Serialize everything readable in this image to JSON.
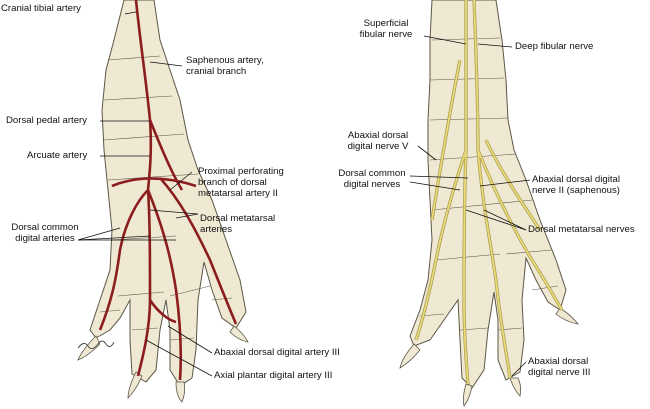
{
  "colors": {
    "bone_fill": "#efe8d2",
    "bone_stroke": "#5b5646",
    "artery": "#8c1d1f",
    "artery_dark": "#5e0f12",
    "nerve": "#ead978",
    "nerve_stroke": "#a49b4f",
    "leader": "#111111",
    "signature": "#444444"
  },
  "left_panel": {
    "labels": {
      "cranial_tibial_artery": "Cranial tibial artery",
      "saphenous_artery": "Saphenous artery,\ncranial branch",
      "dorsal_pedal_artery": "Dorsal pedal artery",
      "arcuate_artery": "Arcuate artery",
      "proximal_perforating": "Proximal perforating\nbranch of dorsal\nmetatarsal artery II",
      "dorsal_metatarsal_arteries": "Dorsal metatarsal\narteries",
      "dorsal_common_digital_arteries": "Dorsal common\ndigital arteries",
      "abaxial_dorsal_digital_artery_iii": "Abaxial dorsal digital artery III",
      "axial_plantar_digital_artery_iii": "Axial plantar digital artery III"
    }
  },
  "right_panel": {
    "labels": {
      "superficial_fibular_nerve": "Superficial\nfibular nerve",
      "deep_fibular_nerve": "Deep fibular nerve",
      "abaxial_dorsal_digital_nerve_v": "Abaxial dorsal\ndigital nerve V",
      "dorsal_common_digital_nerves": "Dorsal common\ndigital nerves",
      "abaxial_dorsal_digital_nerve_ii": "Abaxial dorsal digital\nnerve II (saphenous)",
      "dorsal_metatarsal_nerves": "Dorsal metatarsal nerves",
      "abaxial_dorsal_digital_nerve_iii": "Abaxial dorsal\ndigital nerve III"
    }
  }
}
